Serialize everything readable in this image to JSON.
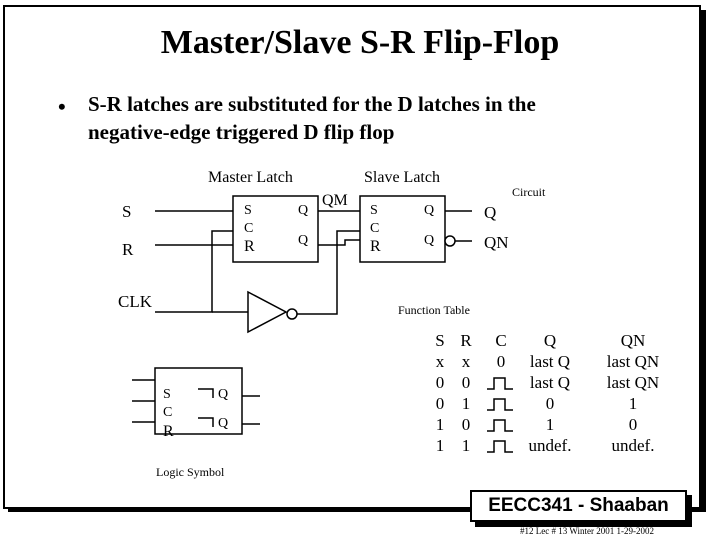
{
  "title": "Master/Slave S-R Flip-Flop",
  "bullet": {
    "symbol": "•",
    "line1": "S-R latches are substituted for the D latches in the",
    "line2": "negative-edge triggered D flip flop"
  },
  "circuit": {
    "master_label": "Master Latch",
    "slave_label": "Slave Latch",
    "circuit_label": "Circuit",
    "qm_label": "QM",
    "input_s": "S",
    "input_r": "R",
    "input_clk": "CLK",
    "master_pins": {
      "s": "S",
      "c": "C",
      "r": "R",
      "q": "Q",
      "qbar": "Q"
    },
    "slave_pins": {
      "s": "S",
      "c": "C",
      "r": "R",
      "q": "Q",
      "qbar": "Q"
    },
    "output_q": "Q",
    "output_qn": "QN"
  },
  "function_table": {
    "caption": "Function Table",
    "headers": [
      "S",
      "R",
      "C",
      "Q",
      "QN"
    ],
    "rows": [
      [
        "x",
        "x",
        "0",
        "last Q",
        "last QN"
      ],
      [
        "0",
        "0",
        "",
        "last Q",
        "last QN"
      ],
      [
        "0",
        "1",
        "",
        "0",
        "1"
      ],
      [
        "1",
        "0",
        "",
        "1",
        "0"
      ],
      [
        "1",
        "1",
        "",
        "undef.",
        "undef."
      ]
    ]
  },
  "logic_symbol": {
    "caption": "Logic Symbol",
    "pins": {
      "s": "S",
      "c": "C",
      "r": "R",
      "q": "Q",
      "qbar": "Q"
    }
  },
  "footer": {
    "course": "EECC341 - Shaaban",
    "info": "#12  Lec # 13  Winter 2001  1-29-2002"
  }
}
